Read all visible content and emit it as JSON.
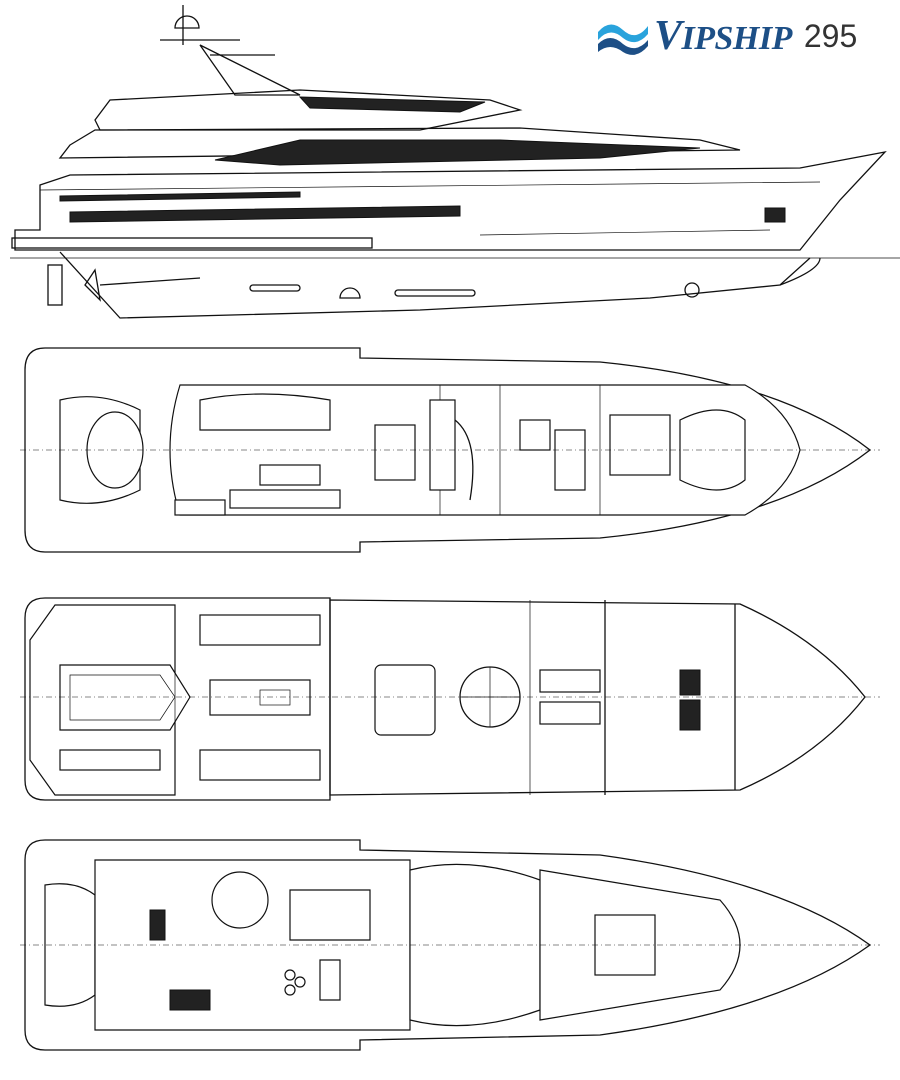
{
  "logo": {
    "brand_first": "V",
    "brand_rest": "IPSHIP",
    "model": "295",
    "colors": {
      "wave_light": "#29a3dc",
      "wave_dark": "#1d4f86",
      "model_text": "#333333"
    }
  },
  "views": [
    {
      "id": "profile"
    },
    {
      "id": "main-deck-plan"
    },
    {
      "id": "lower-deck-plan"
    },
    {
      "id": "sun-deck-plan"
    }
  ],
  "colors": {
    "line": "#111111",
    "teak_deck": "#4a4a4a",
    "background": "#ffffff"
  }
}
